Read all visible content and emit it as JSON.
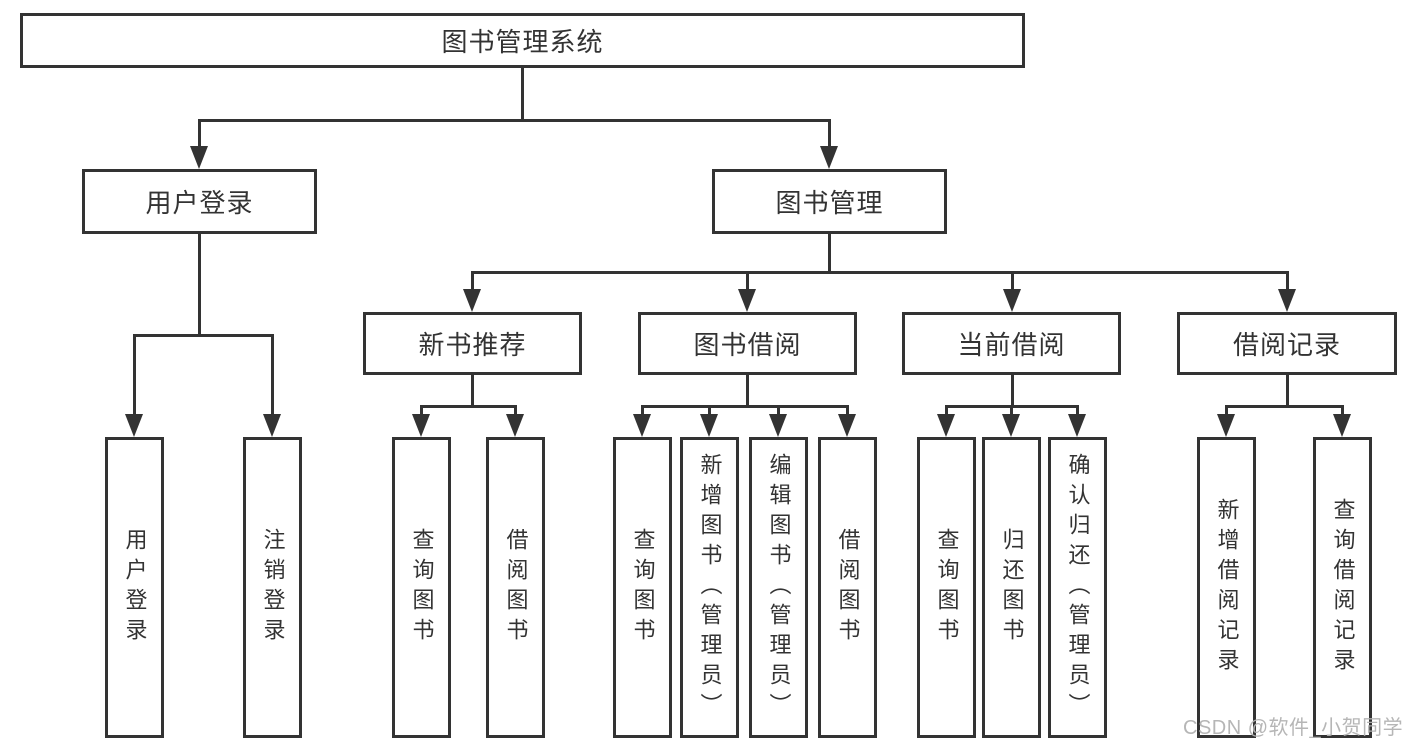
{
  "tree": {
    "root": {
      "label": "图书管理系统",
      "children": [
        {
          "label": "用户登录",
          "children": [
            {
              "label": "用户登录"
            },
            {
              "label": "注销登录"
            }
          ]
        },
        {
          "label": "图书管理",
          "children": [
            {
              "label": "新书推荐",
              "children": [
                {
                  "label": "查询图书"
                },
                {
                  "label": "借阅图书"
                }
              ]
            },
            {
              "label": "图书借阅",
              "children": [
                {
                  "label": "查询图书"
                },
                {
                  "label": "新增图书（管理员）"
                },
                {
                  "label": "编辑图书（管理员）"
                },
                {
                  "label": "借阅图书"
                }
              ]
            },
            {
              "label": "当前借阅",
              "children": [
                {
                  "label": "查询图书"
                },
                {
                  "label": "归还图书"
                },
                {
                  "label": "确认归还（管理员）"
                }
              ]
            },
            {
              "label": "借阅记录",
              "children": [
                {
                  "label": "新增借阅记录"
                },
                {
                  "label": "查询借阅记录"
                }
              ]
            }
          ]
        }
      ]
    }
  },
  "watermark": {
    "text": "CSDN @软件_小贺同学"
  },
  "colors": {
    "line": "#333333",
    "box_border": "#333333",
    "box_fill": "#ffffff",
    "text": "#333333",
    "watermark": "#b2b2b2"
  }
}
